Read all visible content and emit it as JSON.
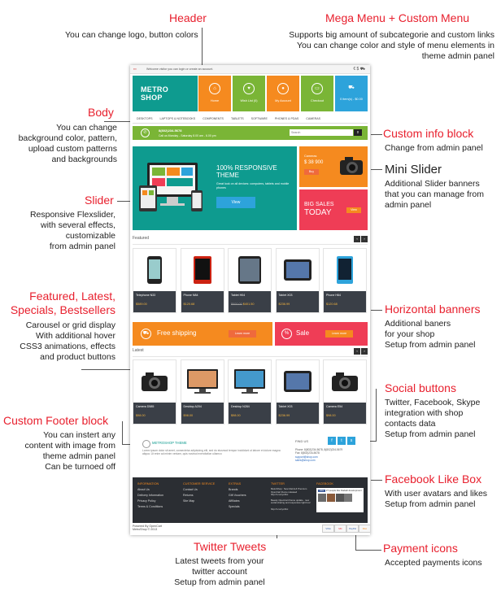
{
  "annotations": {
    "header": {
      "title": "Header",
      "desc": "You can change logo, button colors"
    },
    "mega_menu": {
      "title": "Mega Menu + Custom Menu",
      "lines": [
        "Supports big amount of subcategorie and custom links",
        "You can change color and style of menu elements in",
        "theme admin panel"
      ]
    },
    "body": {
      "title": "Body",
      "lines": [
        "You can change",
        "background color, pattern,",
        "upload custom patterns",
        "and backgrounds"
      ]
    },
    "custom_info": {
      "title": "Custom info block",
      "desc": "Change from admin panel"
    },
    "mini_slider": {
      "title": "Mini Slider",
      "lines": [
        "Additional Slider banners",
        "that you can manage from",
        "admin panel"
      ]
    },
    "slider": {
      "title": "Slider",
      "lines": [
        "Responsive Flexslider,",
        "with several effects,",
        "customizable",
        "from admin panel"
      ]
    },
    "featured": {
      "title_lines": [
        "Featured, Latest,",
        "Specials, Bestsellers"
      ],
      "lines": [
        "Carousel or grid display",
        "With additional hover",
        "CSS3 animations, effects",
        "and product buttons"
      ]
    },
    "horizontal_banners": {
      "title": "Horizontal banners",
      "lines": [
        "Additional baners",
        "for your shop",
        "Setup from admin panel"
      ]
    },
    "social": {
      "title": "Social buttons",
      "lines": [
        "Twitter, Facebook, Skype",
        "integration with shop",
        "contacts data",
        "Setup from admin panel"
      ]
    },
    "custom_footer": {
      "title": "Custom Footer block",
      "lines": [
        "You can instert any",
        "content with image from",
        "theme admin panel",
        "Can be turnoed off"
      ]
    },
    "facebook": {
      "title": "Facebook Like Box",
      "lines": [
        "With user avatars and likes",
        "Setup from admin panel"
      ]
    },
    "twitter": {
      "title": "Twitter Tweets",
      "lines": [
        "Latest tweets from your",
        "twitter account",
        "Setup from admin panel"
      ]
    },
    "payment": {
      "title": "Payment icons",
      "desc": "Accepted payments icons"
    }
  },
  "shop": {
    "topbar": {
      "welcome": "Welcome visitor you can login or create an account."
    },
    "logo_lines": [
      "METRO",
      "SHOP"
    ],
    "tiles": [
      {
        "label": "Home",
        "color": "#f58a1f",
        "icon": "home-icon",
        "glyph": "⌂"
      },
      {
        "label": "Wish List (0)",
        "color": "#7ab536",
        "icon": "heart-icon",
        "glyph": "♥"
      },
      {
        "label": "My Account",
        "color": "#f58a1f",
        "icon": "user-icon",
        "glyph": "●"
      },
      {
        "label": "Checkout",
        "color": "#7ab536",
        "icon": "card-icon",
        "glyph": "▭"
      },
      {
        "label": "0 item(s) - $0.00",
        "color": "#2da3db",
        "icon": "cart-icon",
        "glyph": "⛟"
      }
    ],
    "nav": [
      "DESKTOPS",
      "LAPTOPS & NOTEBOOKS",
      "COMPONENTS",
      "TABLETS",
      "SOFTWARE",
      "PHONES & PDAS",
      "CAMERAS"
    ],
    "info": {
      "phone": "8(802)234-5678",
      "hours": "Call us Monday - Saturday 8.00 am - 6.00 pm",
      "search_placeholder": "Search"
    },
    "slider": {
      "title_lines": [
        "100% RESPONSIVE",
        "THEME"
      ],
      "text": "Great look on all devices: computers, tablets and mobile phones",
      "button": "View"
    },
    "mini1": {
      "label": "Cameras",
      "price": "$ 38 900",
      "button": "Buy"
    },
    "mini2": {
      "title_lines": [
        "BIG SALES",
        "TODAY"
      ],
      "button": "View"
    },
    "featured": {
      "title": "Featured",
      "products": [
        {
          "name": "Telephone N33",
          "price": "$589.00",
          "old": ""
        },
        {
          "name": "Phone N84",
          "price": "$120.68",
          "old": ""
        },
        {
          "name": "Tablet H04",
          "price": "$401.50",
          "old": "$600.00"
        },
        {
          "name": "Tablet X03",
          "price": "$236.99",
          "old": ""
        },
        {
          "name": "Phone H64",
          "price": "$120.68",
          "old": ""
        }
      ]
    },
    "banners": {
      "shipping": "Free shipping",
      "sale": "Sale",
      "button": "Learn more"
    },
    "latest": {
      "title": "Latest",
      "products": [
        {
          "name": "Camera D585",
          "price": "$98.00"
        },
        {
          "name": "Desktop A204",
          "price": "$98.00"
        },
        {
          "name": "Desktop N284",
          "price": "$98.00"
        },
        {
          "name": "Tablet X03",
          "price": "$236.99"
        },
        {
          "name": "Camera E54",
          "price": "$98.00"
        }
      ]
    },
    "footer_info": {
      "title": "METROSHOP THEME",
      "text": "Lorem ipsum dolor sit amet, consectetur adipisicing elit, sed do eiusmod tempor incididunt ut labore et dolore magna aliqua. Ut enim ad minim veniam, quis nostrud exercitation ullamco",
      "find_us": "FIND US",
      "phone": "Phone: 8(802)234-5678, 8(802)234-5679",
      "fax": "Fax: 8(802)234-5678",
      "email1": "support@shop.com",
      "email2": "sales@shop.com"
    },
    "footer_cols": [
      {
        "head": "INFORMATION",
        "items": [
          "About Us",
          "Delivery Information",
          "Privacy Policy",
          "Terms & Conditions"
        ]
      },
      {
        "head": "CUSTOMER SERVICE",
        "items": [
          "Contact Us",
          "Returns",
          "Site Map"
        ]
      },
      {
        "head": "EXTRAS",
        "items": [
          "Brands",
          "Gift Vouchers",
          "Affiliates",
          "Specials"
        ]
      }
    ],
    "twitter_col": {
      "head": "TWITTER",
      "text": "MetroShop : New MetroUI Premium OpenCart theme released http://t.co/xyzAbc",
      "text2": "Beauty OpenCart theme update - new social sharing and responsive light box!",
      "link": "http://t.co/xyzAbc"
    },
    "facebook_col": {
      "head": "FACEBOOK",
      "like": "Like",
      "text": "27 people like Dadadi development"
    },
    "powered": "Powered By OpenCart",
    "copyright": "MetroShop © 2013",
    "payments": [
      "VISA",
      "MC",
      "PayPal",
      "Disc"
    ]
  }
}
